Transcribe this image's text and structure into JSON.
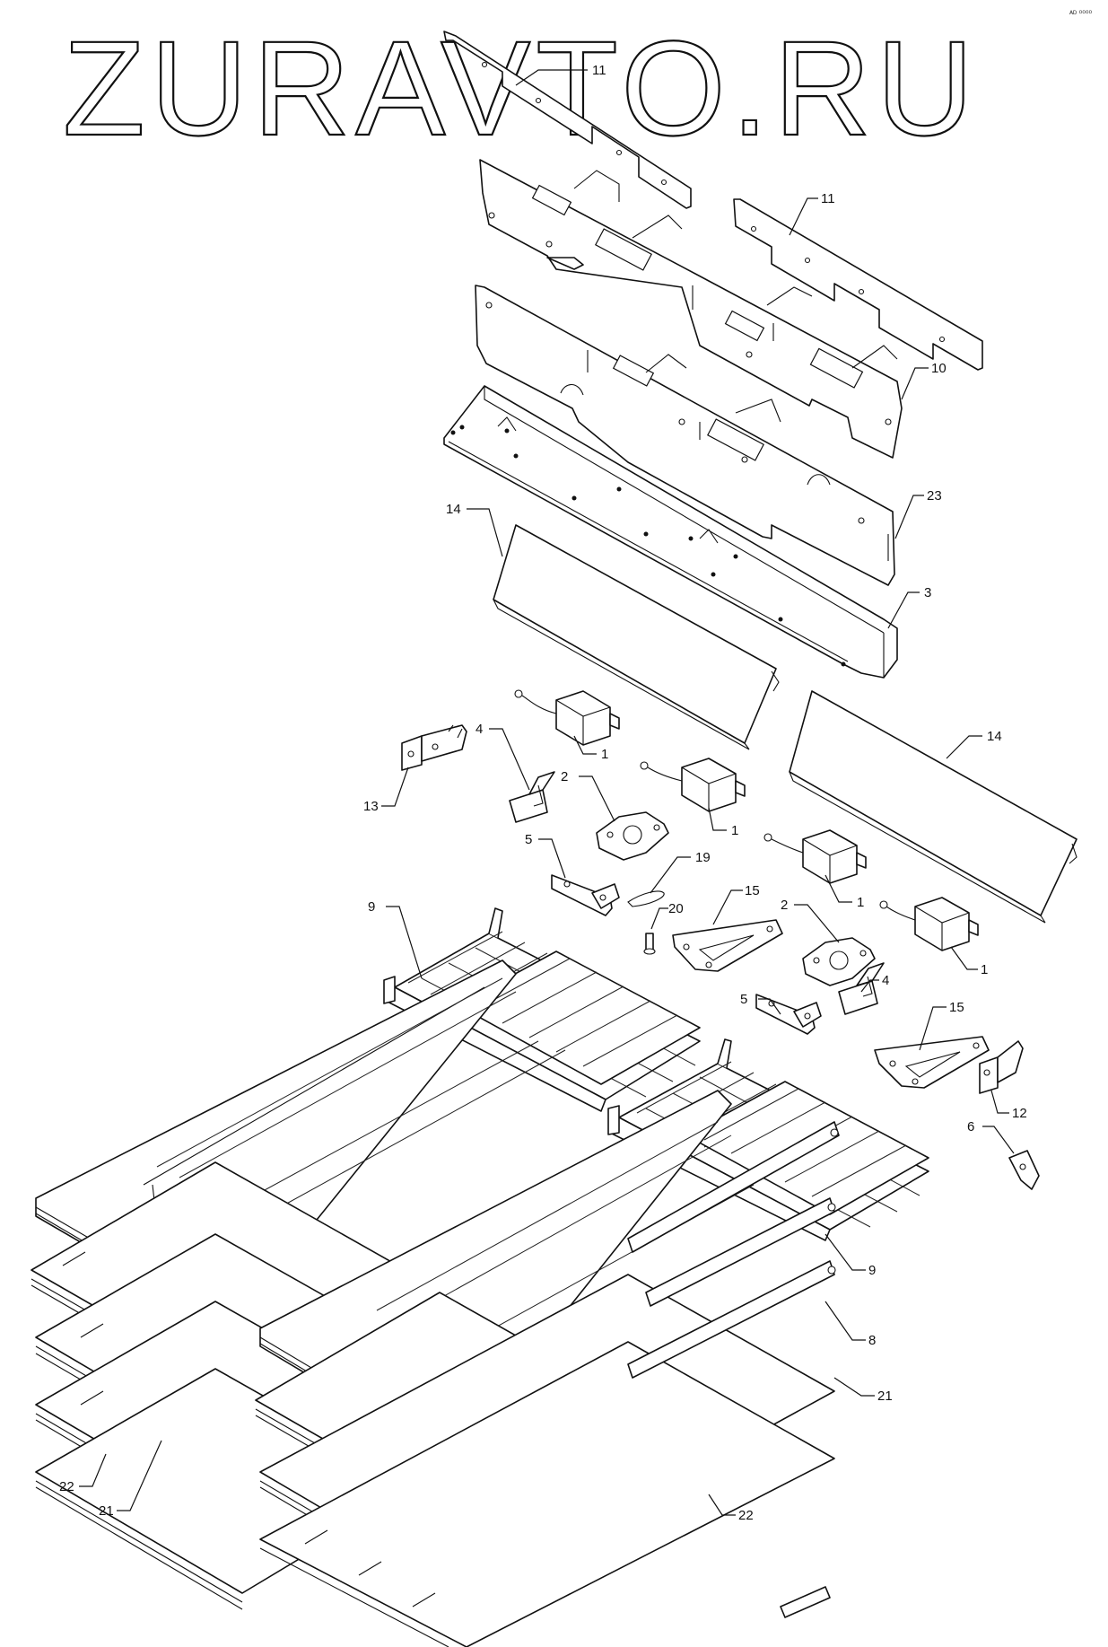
{
  "watermark": "ZURAVTO.RU",
  "corner_mark": "ᴬᴰ ⁰⁰⁰⁰",
  "callouts": [
    {
      "label": "11"
    },
    {
      "label": "11"
    },
    {
      "label": "10"
    },
    {
      "label": "23"
    },
    {
      "label": "14"
    },
    {
      "label": "3"
    },
    {
      "label": "14"
    },
    {
      "label": "1"
    },
    {
      "label": "4"
    },
    {
      "label": "13"
    },
    {
      "label": "2"
    },
    {
      "label": "1"
    },
    {
      "label": "5"
    },
    {
      "label": "19"
    },
    {
      "label": "1"
    },
    {
      "label": "2"
    },
    {
      "label": "15"
    },
    {
      "label": "20"
    },
    {
      "label": "9"
    },
    {
      "label": "1"
    },
    {
      "label": "5"
    },
    {
      "label": "4"
    },
    {
      "label": "15"
    },
    {
      "label": "12"
    },
    {
      "label": "6"
    },
    {
      "label": "9"
    },
    {
      "label": "8"
    },
    {
      "label": "21"
    },
    {
      "label": "22"
    },
    {
      "label": "21"
    },
    {
      "label": "22"
    }
  ]
}
